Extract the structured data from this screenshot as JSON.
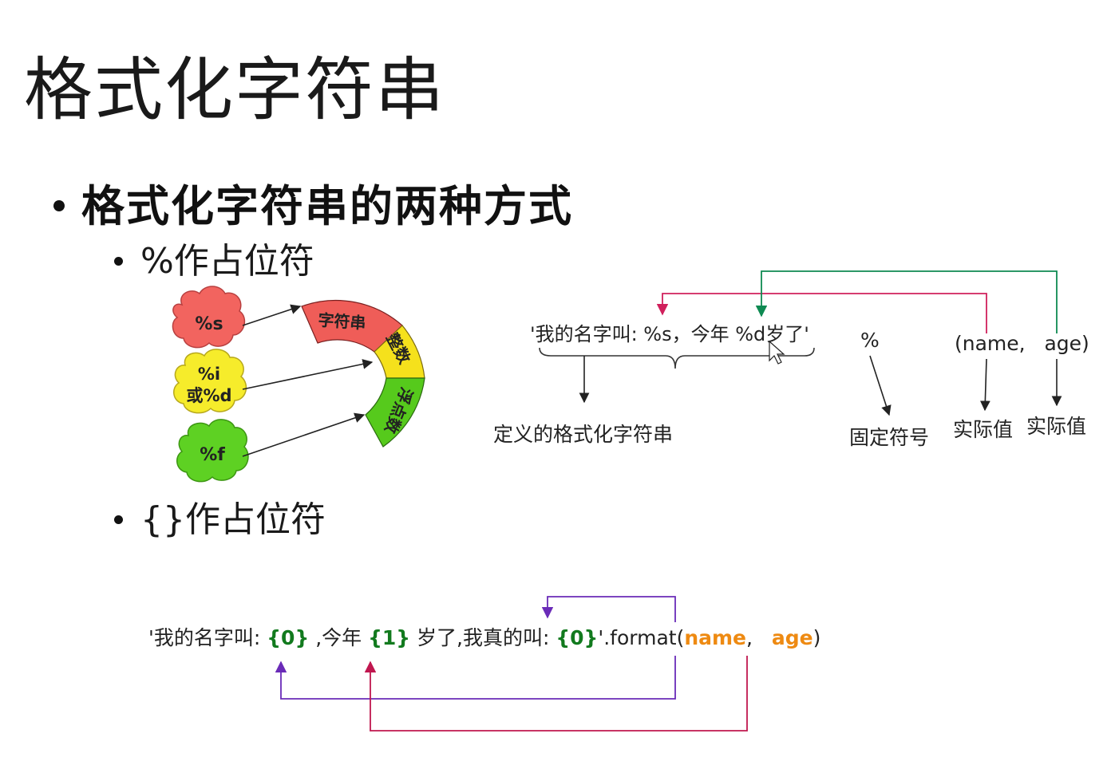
{
  "slide": {
    "title": "格式化字符串",
    "bullet_main": "格式化字符串的两种方式",
    "bullet_percent": "%作占位符",
    "bullet_brace": "{}作占位符"
  },
  "percent_diagram": {
    "clouds": [
      {
        "label": "%s",
        "color": "#f2645f"
      },
      {
        "label": "%i",
        "label2": "或%d",
        "color": "#f6ec2b"
      },
      {
        "label": "%f",
        "color": "#5ed123"
      }
    ],
    "arc_segments": [
      {
        "label": "字符串",
        "color": "#ef5d58"
      },
      {
        "label": "整数",
        "color": "#f5e11c"
      },
      {
        "label": "浮点数",
        "color": "#56ca1c"
      }
    ]
  },
  "percent_example": {
    "code": "'我的名字叫: %s，今年 %d岁了'",
    "percent_symbol": "%",
    "args": "(name,   age)",
    "label_format_string": "定义的格式化字符串",
    "label_fixed_symbol": "固定符号",
    "label_actual_value_1": "实际值",
    "label_actual_value_2": "实际值",
    "arrow_colors": {
      "name": "#d0205c",
      "age": "#0e8a52"
    }
  },
  "brace_example": {
    "part_prefix": "'我的名字叫: ",
    "ph0": "{0}",
    "part_mid1": " ,今年 ",
    "ph1": "{1}",
    "part_mid2": " 岁了,我真的叫: ",
    "ph0b": "{0}",
    "part_mid3": "'.format(",
    "arg_name": "name",
    "part_sep": ",   ",
    "arg_age": "age",
    "part_end": ")",
    "arrow_colors": {
      "name": "#6a2bb8",
      "age": "#c0174f"
    }
  }
}
